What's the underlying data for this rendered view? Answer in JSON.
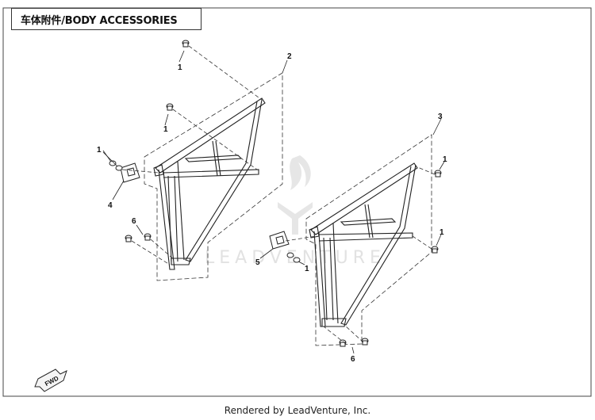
{
  "header": {
    "title": "车体附件/BODY ACCESSORIES"
  },
  "footer": {
    "text": "Rendered by LeadVenture, Inc."
  },
  "watermark": {
    "text": "LEADVENTURE"
  },
  "fwd_label": "FWD",
  "callouts": {
    "c1a": "1",
    "c2": "2",
    "c1b": "1",
    "c1c": "1",
    "c4": "4",
    "c6a": "6",
    "c3": "3",
    "c1d": "1",
    "c1e": "1",
    "c5": "5",
    "c1f": "1",
    "c6b": "6"
  },
  "colors": {
    "line": "#222222",
    "dash": "#333333",
    "watermark": "#d0d0d0"
  }
}
